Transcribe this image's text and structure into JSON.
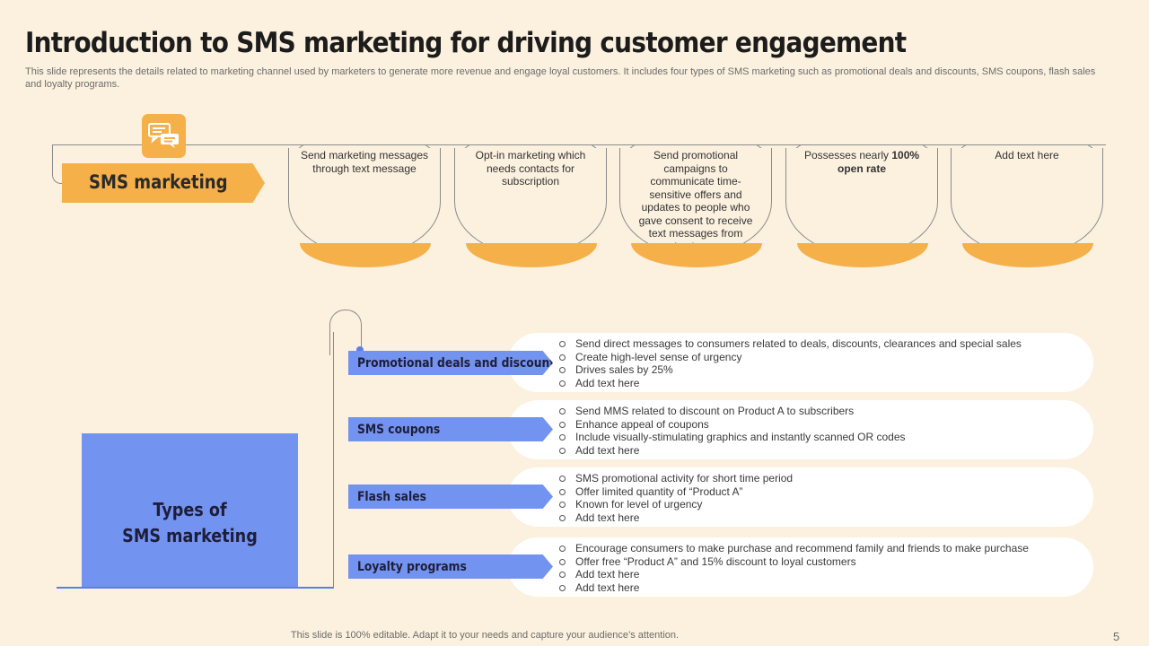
{
  "title": "Introduction to SMS marketing for driving customer engagement",
  "subtitle": "This slide represents the details related to marketing channel used by marketers to generate more revenue and engage loyal customers. It includes four types of SMS  marketing such as promotional deals and discounts, SMS coupons, flash sales and loyalty programs.",
  "sms_marketing": {
    "icon": "chat-bubbles-icon",
    "label": "SMS marketing",
    "points": [
      {
        "pre": "Send marketing messages through text message",
        "bold": "",
        "post": ""
      },
      {
        "pre": "Opt-in marketing which needs contacts for subscription",
        "bold": "",
        "post": ""
      },
      {
        "pre": "Send promotional campaigns to communicate time-sensitive offers and updates to people who gave consent to receive text messages from business",
        "bold": "",
        "post": ""
      },
      {
        "pre": "Possesses nearly ",
        "bold": "100% open rate",
        "post": ""
      },
      {
        "pre": "Add text here",
        "bold": "",
        "post": ""
      }
    ]
  },
  "types": {
    "heading_line1": "Types of",
    "heading_line2": "SMS marketing",
    "items": [
      {
        "label": "Promotional deals and discounts",
        "bullets": [
          "Send direct messages to consumers related to deals, discounts, clearances and special sales",
          "Create high-level sense of urgency",
          "Drives sales by 25%",
          "Add text here"
        ]
      },
      {
        "label": "SMS coupons",
        "bullets": [
          "Send MMS  related to discount on Product A  to subscribers",
          "Enhance appeal of coupons",
          "Include visually-stimulating graphics and instantly scanned OR codes",
          "Add text here"
        ]
      },
      {
        "label": "Flash sales",
        "bullets": [
          "SMS promotional activity for short time period",
          "Offer limited quantity of “Product A”",
          "Known for level of urgency",
          "Add text here"
        ]
      },
      {
        "label": "Loyalty programs",
        "bullets": [
          "Encourage consumers to make purchase and recommend family and friends to make purchase",
          "Offer free “Product A” and 15% discount to loyal customers",
          "Add text here",
          "Add text here"
        ]
      }
    ]
  },
  "colors": {
    "accent_orange": "#f5b04a",
    "accent_blue": "#7393f0",
    "background": "#fcf1df"
  },
  "footer": "This slide is 100% editable. Adapt it to your needs and capture your audience’s attention.",
  "page_number": "5"
}
